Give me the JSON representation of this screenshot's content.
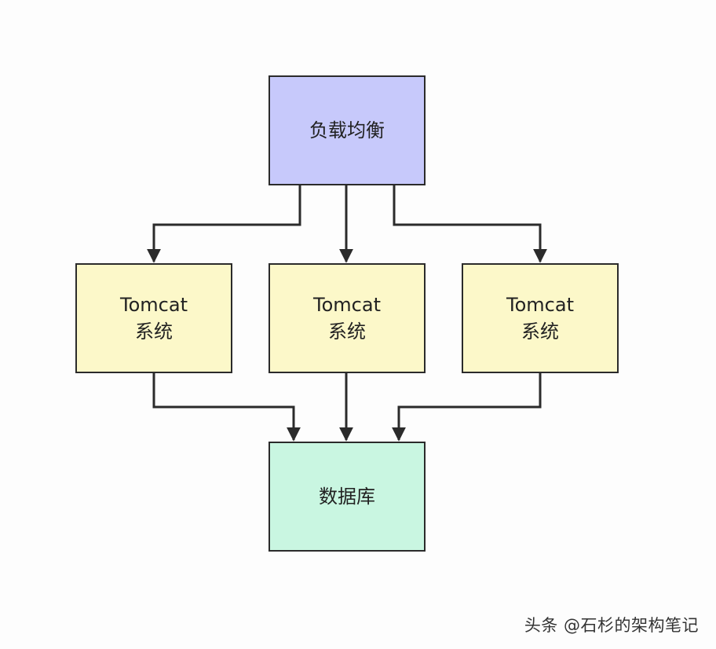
{
  "nodes": {
    "load_balancer": {
      "label": "负载均衡"
    },
    "tomcat_1": {
      "line1": "Tomcat",
      "line2": "系统"
    },
    "tomcat_2": {
      "line1": "Tomcat",
      "line2": "系统"
    },
    "tomcat_3": {
      "line1": "Tomcat",
      "line2": "系统"
    },
    "database": {
      "label": "数据库"
    }
  },
  "edges": [
    {
      "from": "load_balancer",
      "to": "tomcat_1"
    },
    {
      "from": "load_balancer",
      "to": "tomcat_2"
    },
    {
      "from": "load_balancer",
      "to": "tomcat_3"
    },
    {
      "from": "tomcat_1",
      "to": "database"
    },
    {
      "from": "tomcat_2",
      "to": "database"
    },
    {
      "from": "tomcat_3",
      "to": "database"
    }
  ],
  "colors": {
    "load_balancer": "#c7c9fb",
    "tomcat": "#fcf8c9",
    "database": "#c9f6e1",
    "stroke": "#2b2b2b"
  },
  "watermark": "头条 @石杉的架构笔记"
}
